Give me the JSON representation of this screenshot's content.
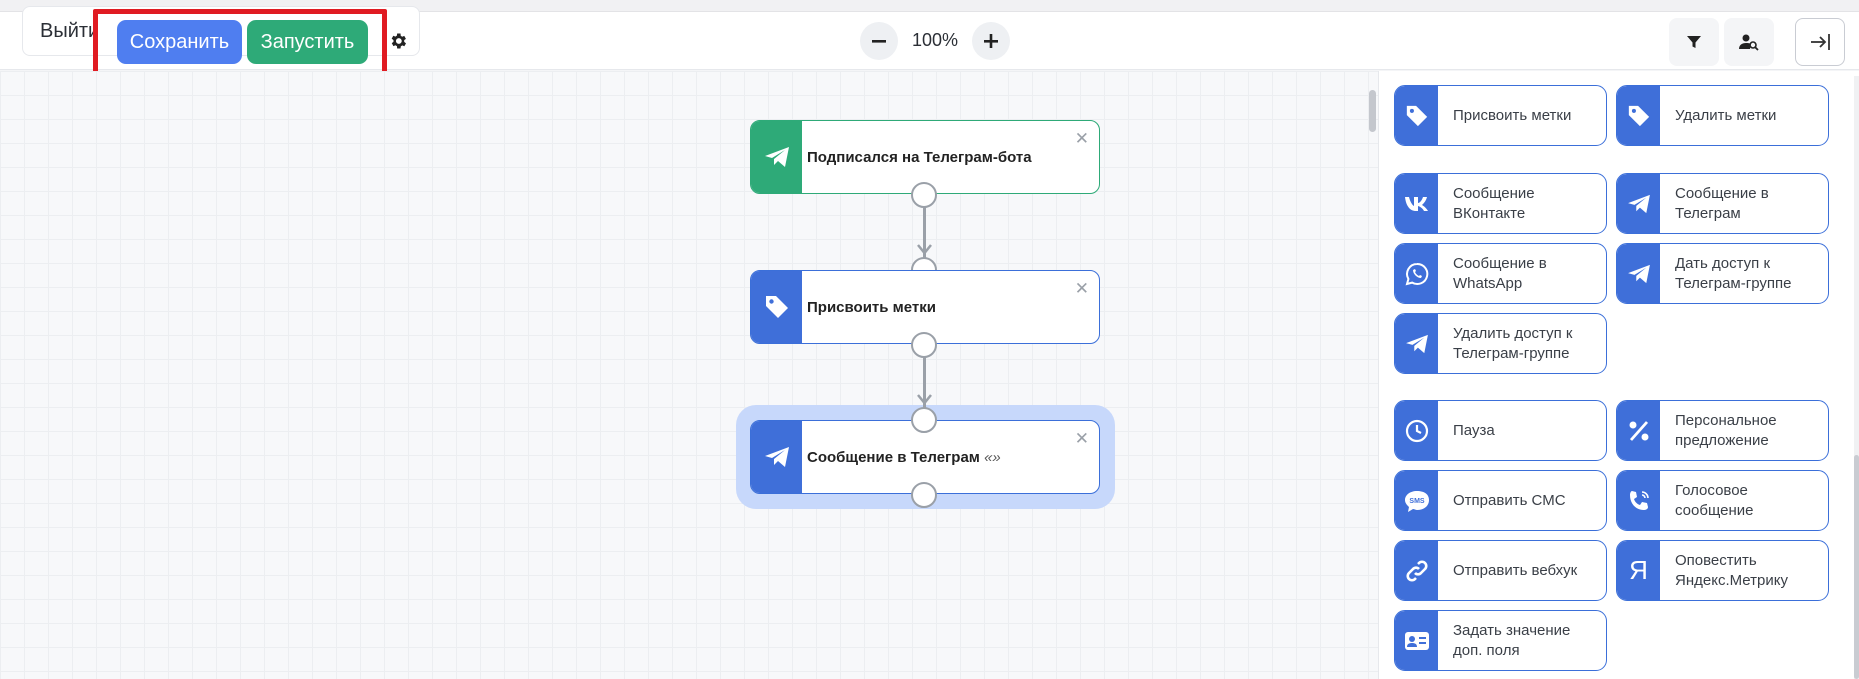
{
  "toolbar": {
    "exit_label": "Выйти",
    "save_label": "Сохранить",
    "run_label": "Запустить",
    "zoom_level": "100%"
  },
  "colors": {
    "save_button": "#4f7ef0",
    "run_button": "#2eaa78",
    "node_blue": "#3f6fd9",
    "node_green": "#2eaa78",
    "highlight": "#e01b22"
  },
  "canvas": {
    "nodes": [
      {
        "title": "Подписался на Телеграм-бота",
        "subtitle": "",
        "icon": "telegram-icon",
        "color": "green"
      },
      {
        "title": "Присвоить метки",
        "subtitle": "",
        "icon": "tag-icon",
        "color": "blue"
      },
      {
        "title": "Сообщение в Телеграм",
        "subtitle": "«»",
        "icon": "telegram-icon",
        "color": "blue",
        "selected": true
      }
    ]
  },
  "panel": {
    "cards": [
      {
        "label": "Присвоить метки",
        "icon": "tag-icon"
      },
      {
        "label": "Удалить метки",
        "icon": "tag-icon"
      },
      {
        "label": "Сообщение ВКонтакте",
        "icon": "vk-icon"
      },
      {
        "label": "Сообщение в Телеграм",
        "icon": "telegram-icon"
      },
      {
        "label": "Сообщение в WhatsApp",
        "icon": "whatsapp-icon"
      },
      {
        "label": "Дать доступ к Телеграм-группе",
        "icon": "telegram-icon"
      },
      {
        "label": "Удалить доступ к Телеграм-группе",
        "icon": "telegram-icon"
      },
      {
        "label": "Пауза",
        "icon": "clock-icon"
      },
      {
        "label": "Персональное предложение",
        "icon": "percent-icon"
      },
      {
        "label": "Отправить СМС",
        "icon": "sms-icon"
      },
      {
        "label": "Голосовое сообщение",
        "icon": "phone-icon"
      },
      {
        "label": "Отправить вебхук",
        "icon": "link-icon"
      },
      {
        "label": "Оповестить Яндекс.Метрику",
        "icon": "yandex-icon"
      },
      {
        "label": "Задать значение доп. поля",
        "icon": "id-card-icon"
      }
    ]
  }
}
